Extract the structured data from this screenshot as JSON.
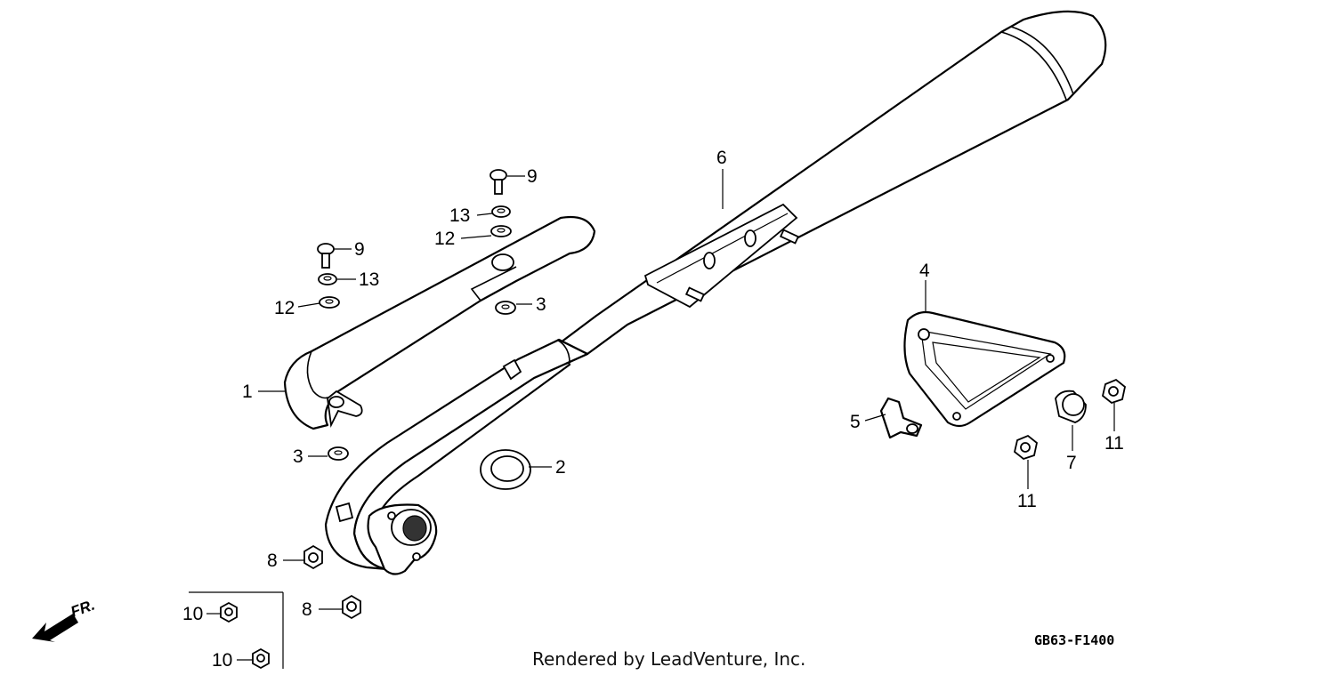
{
  "diagram": {
    "part_callouts": [
      "1",
      "2",
      "3",
      "3",
      "4",
      "5",
      "6",
      "7",
      "8",
      "8",
      "9",
      "9",
      "10",
      "10",
      "11",
      "11",
      "12",
      "12",
      "13",
      "13"
    ],
    "direction_label": "FR.",
    "diagram_code": "GB63-F1400",
    "credit": "Rendered by LeadVenture, Inc."
  }
}
